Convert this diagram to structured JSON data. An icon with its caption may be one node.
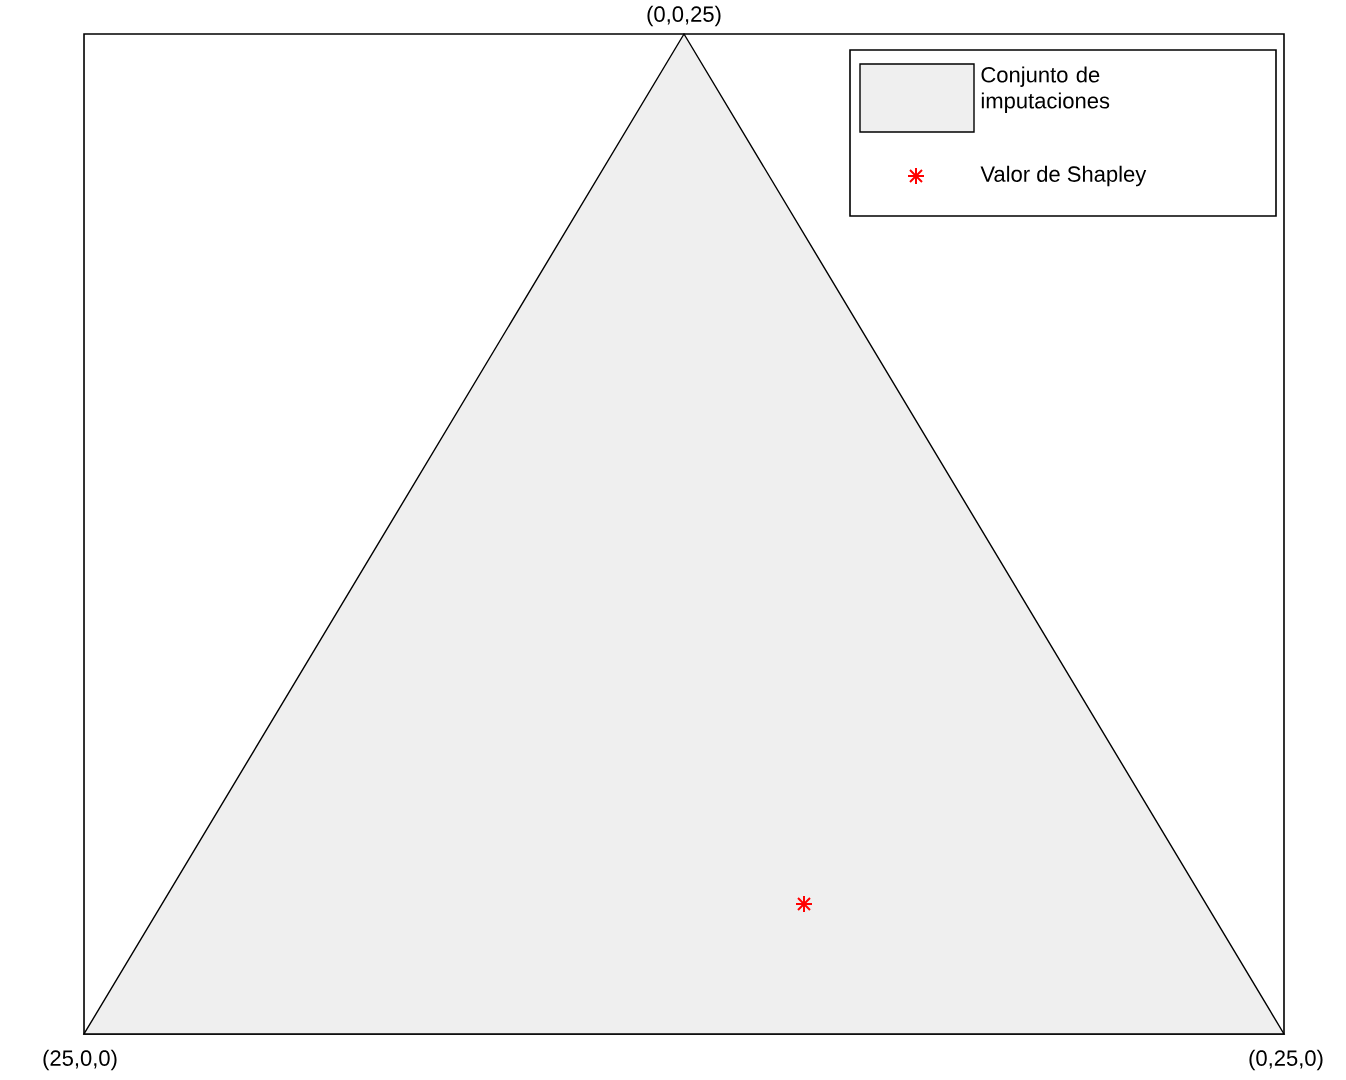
{
  "diagram": {
    "labels": [
      "(0,0,25)",
      "(25,0,0)",
      "(0,25,0)"
    ],
    "legend": [
      {
        "text": "Conjunto de imputaciones",
        "color": "#efefef"
      },
      {
        "text": "Valor de Shapley"
      }
    ]
  }
}
